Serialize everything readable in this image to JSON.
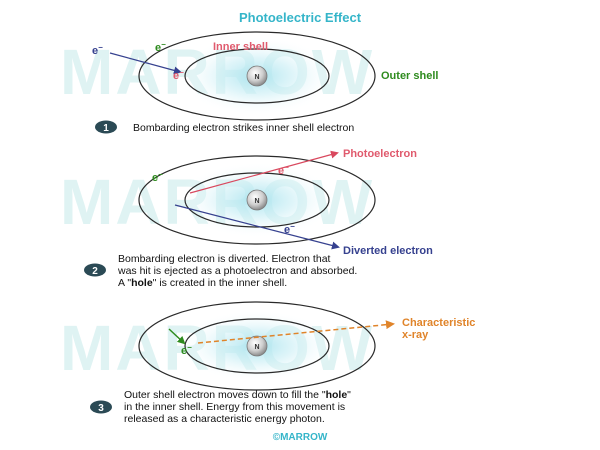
{
  "title": "Photoelectric Effect",
  "watermark": "MARROW",
  "nucleus_label": "N",
  "electron": "e",
  "minus": "−",
  "panel1": {
    "inner_shell_label": "Inner shell",
    "outer_shell_label": "Outer shell",
    "step_number": "1",
    "caption": [
      "Bombarding electron strikes inner shell electron"
    ]
  },
  "panel2": {
    "photoelectron_label": "Photoelectron",
    "diverted_label": "Diverted electron",
    "step_number": "2",
    "caption": [
      "Bombarding electron is diverted. Electron that",
      "was hit is ejected as a photoelectron and absorbed.",
      [
        "A \"",
        "hole",
        "\" is created in the inner shell."
      ]
    ]
  },
  "panel3": {
    "xray_label_line1": "Characteristic",
    "xray_label_line2": "x-ray",
    "step_number": "3",
    "caption": [
      [
        "Outer shell electron moves down to fill the \"",
        "hole",
        "\""
      ],
      "in the inner shell. Energy from this movement is",
      "released as a characteristic energy photon."
    ]
  },
  "footer": "©MARROW",
  "colors": {
    "accent": "#35b5c9",
    "electron_red": "#e05a6d",
    "electron_green": "#2e8b1e",
    "electron_blue": "#36418f",
    "xray_orange": "#e0842a",
    "step_badge": "#2b4a55"
  }
}
